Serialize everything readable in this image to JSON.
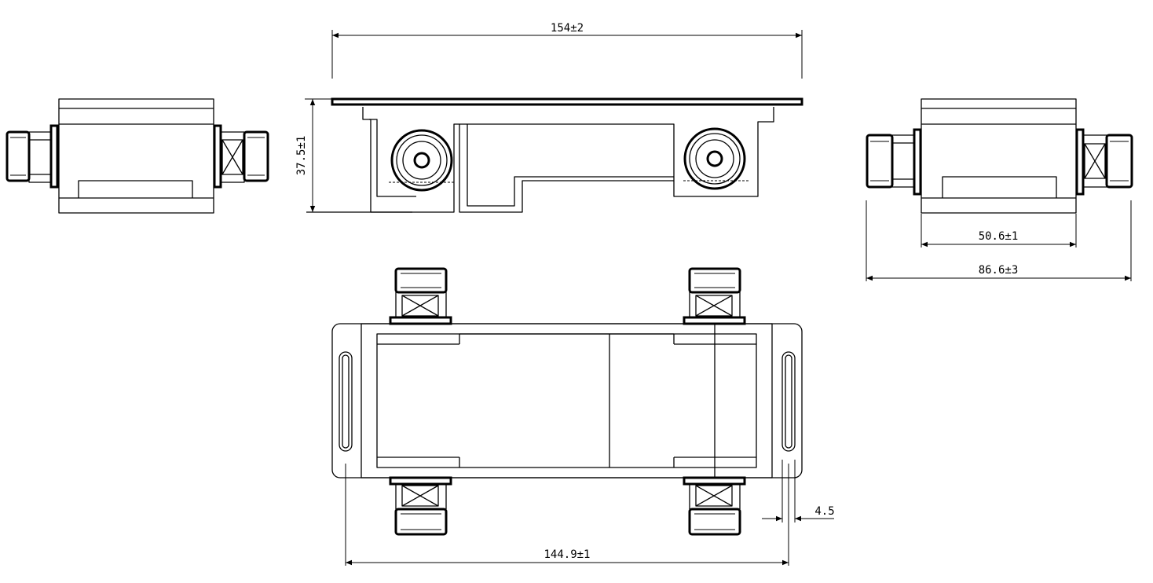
{
  "colors": {
    "line": "#000000",
    "background": "#ffffff"
  },
  "dimensions": {
    "overall_length": "154±2",
    "height": "37.5±1",
    "body_width": "50.6±1",
    "overall_width": "86.6±3",
    "mount_hole_spacing": "144.9±1",
    "slot_width": "4.5"
  }
}
